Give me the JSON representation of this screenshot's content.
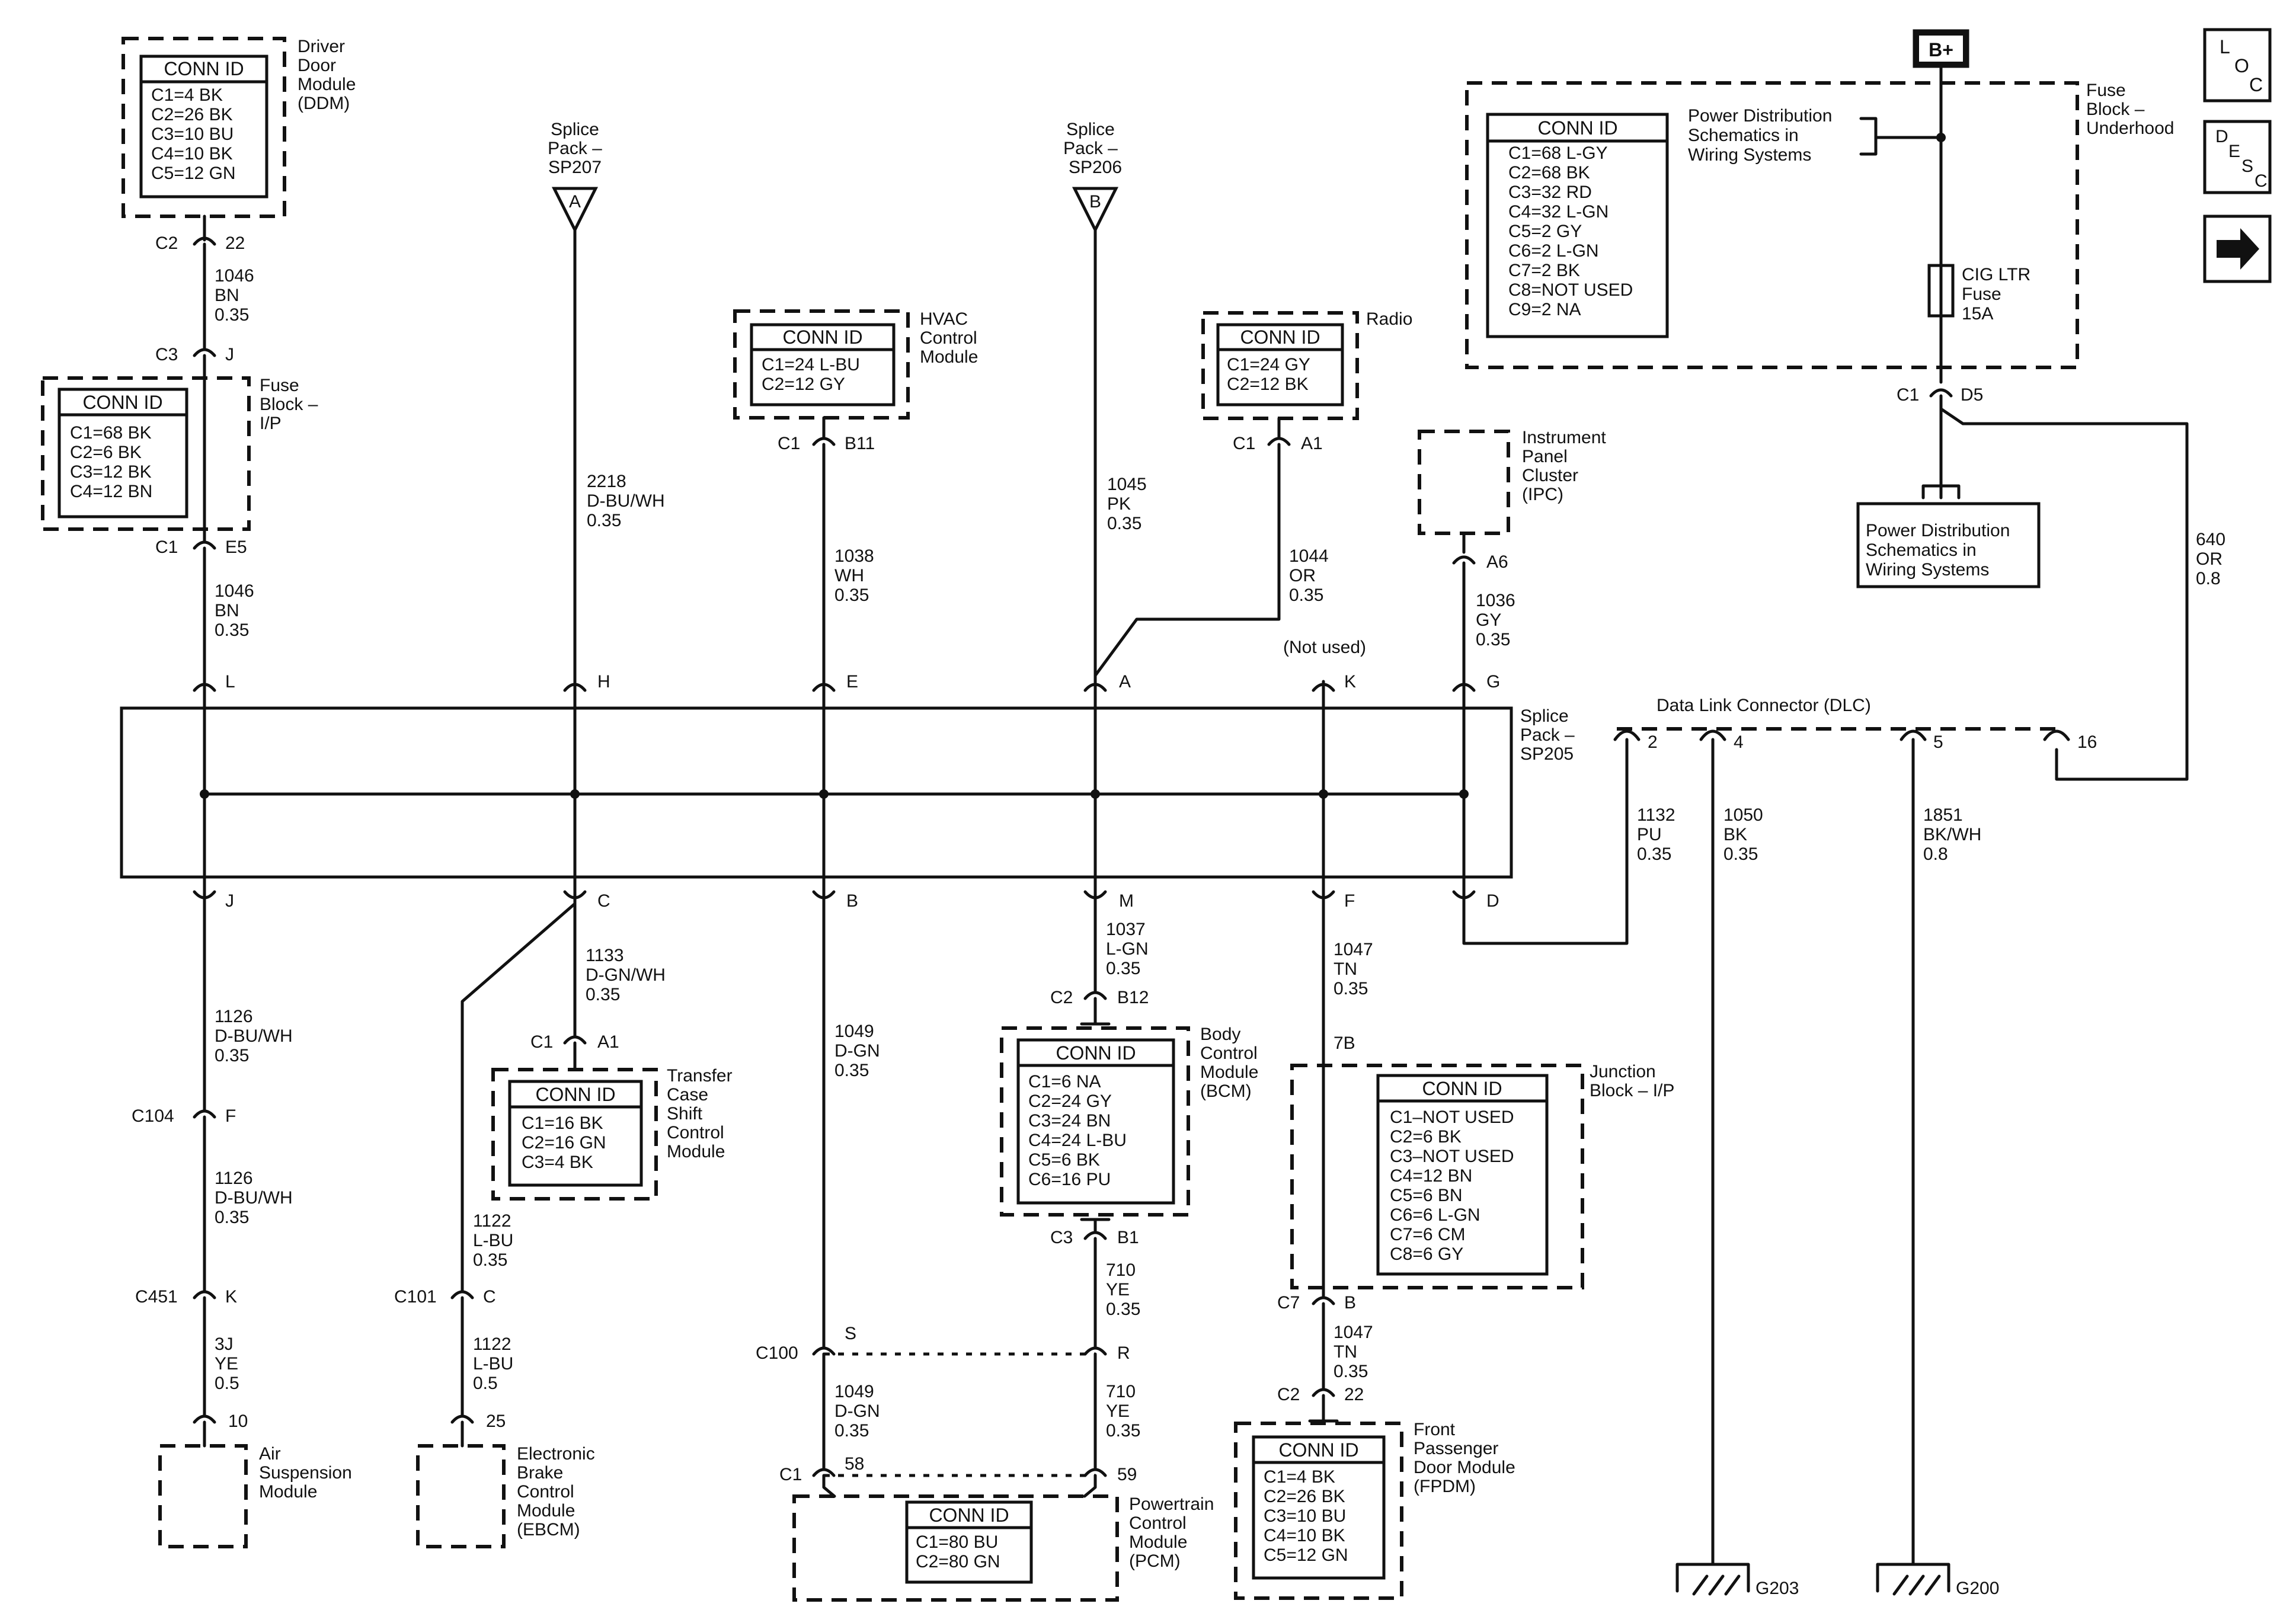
{
  "nav": {
    "loc_letters": [
      "L",
      "O",
      "C"
    ],
    "desc_letters": [
      "D",
      "E",
      "S",
      "C"
    ]
  },
  "power": {
    "label": "B+"
  },
  "fuse_block_underhood": {
    "title": [
      "Fuse",
      "Block –",
      "Underhood"
    ],
    "conn_id_header": "CONN ID",
    "conn": [
      "C1=68 L-GY",
      "C2=68 BK",
      "C3=32 RD",
      "C4=32 L-GN",
      "C5=2 GY",
      "C6=2 L-GN",
      "C7=2 BK",
      "C8=NOT USED",
      "C9=2 NA"
    ],
    "pd_text": [
      "Power Distribution",
      "Schematics in",
      "Wiring Systems"
    ],
    "fuse_label": [
      "CIG LTR",
      "Fuse",
      "15A"
    ],
    "conn_c": "C1",
    "pin": "D5"
  },
  "pd_box": [
    "Power Distribution",
    "Schematics in",
    "Wiring  Systems"
  ],
  "wire_640": [
    "640",
    "OR",
    "0.8"
  ],
  "ddm": {
    "title": [
      "Driver",
      "Door",
      "Module",
      "(DDM)"
    ],
    "conn_id_header": "CONN ID",
    "conn": [
      "C1=4 BK",
      "C2=26 BK",
      "C3=10 BU",
      "C4=10 BK",
      "C5=12 GN"
    ],
    "c": "C2",
    "pin": "22"
  },
  "wire_1046a": [
    "1046",
    "BN",
    "0.35"
  ],
  "fuse_ip": {
    "title": [
      "Fuse",
      "Block –",
      "I/P"
    ],
    "conn_id_header": "CONN ID",
    "conn": [
      "C1=68 BK",
      "C2=6 BK",
      "C3=12 BK",
      "C4=12 BN"
    ],
    "top_c": "C3",
    "top_pin": "J",
    "bot_c": "C1",
    "bot_pin": "E5"
  },
  "wire_1046b": [
    "1046",
    "BN",
    "0.35"
  ],
  "sp207": {
    "label": [
      "Splice",
      "Pack –",
      "SP207"
    ],
    "letter": "A"
  },
  "wire_2218": [
    "2218",
    "D-BU/WH",
    "0.35"
  ],
  "hvac": {
    "title": [
      "HVAC",
      "Control",
      "Module"
    ],
    "conn_id_header": "CONN ID",
    "conn": [
      "C1=24 L-BU",
      "C2=12 GY"
    ],
    "c": "C1",
    "pin": "B11"
  },
  "wire_1038": [
    "1038",
    "WH",
    "0.35"
  ],
  "sp206": {
    "label": [
      "Splice",
      "Pack –",
      "SP206"
    ],
    "letter": "B"
  },
  "wire_1045": [
    "1045",
    "PK",
    "0.35"
  ],
  "radio": {
    "title": "Radio",
    "conn_id_header": "CONN ID",
    "conn": [
      "C1=24 GY",
      "C2=12 BK"
    ],
    "c": "C1",
    "pin": "A1"
  },
  "wire_1044": [
    "1044",
    "OR",
    "0.35"
  ],
  "ipc": {
    "title": [
      "Instrument",
      "Panel",
      "Cluster",
      "(IPC)"
    ],
    "pin": "A6"
  },
  "wire_1036": [
    "1036",
    "GY",
    "0.35"
  ],
  "not_used": "(Not used)",
  "sp205": {
    "label": [
      "Splice",
      "Pack –",
      "SP205"
    ],
    "top_pins": [
      "L",
      "H",
      "E",
      "A",
      "K",
      "G"
    ],
    "bottom_pins": [
      "J",
      "C",
      "B",
      "M",
      "F",
      "D"
    ]
  },
  "dlc": {
    "title": "Data Link Connector (DLC)",
    "pins": [
      "2",
      "4",
      "5",
      "16"
    ]
  },
  "wire_1132": [
    "1132",
    "PU",
    "0.35"
  ],
  "wire_1050": [
    "1050",
    "BK",
    "0.35"
  ],
  "wire_1851": [
    "1851",
    "BK/WH",
    "0.8"
  ],
  "grounds": [
    "G203",
    "G200"
  ],
  "wire_1126a": [
    "1126",
    "D-BU/WH",
    "0.35"
  ],
  "c104": {
    "c": "C104",
    "pin": "F"
  },
  "wire_1126b": [
    "1126",
    "D-BU/WH",
    "0.35"
  ],
  "c451": {
    "c": "C451",
    "pin": "K"
  },
  "wire_3j": [
    "3J",
    "YE",
    "0.5"
  ],
  "air": {
    "pin": "10",
    "title": [
      "Air",
      "Suspension",
      "Module"
    ]
  },
  "wire_1133": [
    "1133",
    "D-GN/WH",
    "0.35"
  ],
  "tcsc": {
    "c": "C1",
    "pin": "A1",
    "title": [
      "Transfer",
      "Case",
      "Shift",
      "Control",
      "Module"
    ],
    "conn_id_header": "CONN ID",
    "conn": [
      "C1=16 BK",
      "C2=16 GN",
      "C3=4 BK"
    ]
  },
  "wire_1122a": [
    "1122",
    "L-BU",
    "0.35"
  ],
  "c101": {
    "c": "C101",
    "pin": "C"
  },
  "wire_1122b": [
    "1122",
    "L-BU",
    "0.5"
  ],
  "ebcm": {
    "pin": "25",
    "title": [
      "Electronic",
      "Brake",
      "Control",
      "Module",
      "(EBCM)"
    ]
  },
  "wire_1049a": [
    "1049",
    "D-GN",
    "0.35"
  ],
  "c100": {
    "c": "C100",
    "pin_s": "S",
    "pin_r": "R"
  },
  "wire_1049b": [
    "1049",
    "D-GN",
    "0.35"
  ],
  "pcm": {
    "c": "C1",
    "pins": [
      "58",
      "59"
    ],
    "title": [
      "Powertrain",
      "Control",
      "Module",
      "(PCM)"
    ],
    "conn_id_header": "CONN ID",
    "conn": [
      "C1=80 BU",
      "C2=80 GN"
    ]
  },
  "wire_1037": [
    "1037",
    "L-GN",
    "0.35"
  ],
  "bcm": {
    "top_c": "C2",
    "top_pin": "B12",
    "title": [
      "Body",
      "Control",
      "Module",
      "(BCM)"
    ],
    "conn_id_header": "CONN ID",
    "conn": [
      "C1=6 NA",
      "C2=24 GY",
      "C3=24 BN",
      "C4=24 L-BU",
      "C5=6 BK",
      "C6=16 PU"
    ],
    "bot_c": "C3",
    "bot_pin": "B1"
  },
  "wire_710a": [
    "710",
    "YE",
    "0.35"
  ],
  "wire_710b": [
    "710",
    "YE",
    "0.35"
  ],
  "wire_1047a": [
    "1047",
    "TN",
    "0.35"
  ],
  "jb_ip": {
    "pin_top": "7B",
    "title": [
      "Junction",
      "Block – I/P"
    ],
    "conn_id_header": "CONN ID",
    "conn": [
      "C1–NOT USED",
      "C2=6 BK",
      "C3–NOT USED",
      "C4=12 BN",
      "C5=6 BN",
      "C6=6 L-GN",
      "C7=6 CM",
      "C8=6 GY"
    ],
    "c": "C7",
    "pin": "B"
  },
  "wire_1047b": [
    "1047",
    "TN",
    "0.35"
  ],
  "fpdm": {
    "c": "C2",
    "pin": "22",
    "title": [
      "Front",
      "Passenger",
      "Door Module",
      "(FPDM)"
    ],
    "conn_id_header": "CONN ID",
    "conn": [
      "C1=4 BK",
      "C2=26 BK",
      "C3=10 BU",
      "C4=10 BK",
      "C5=12 GN"
    ]
  }
}
